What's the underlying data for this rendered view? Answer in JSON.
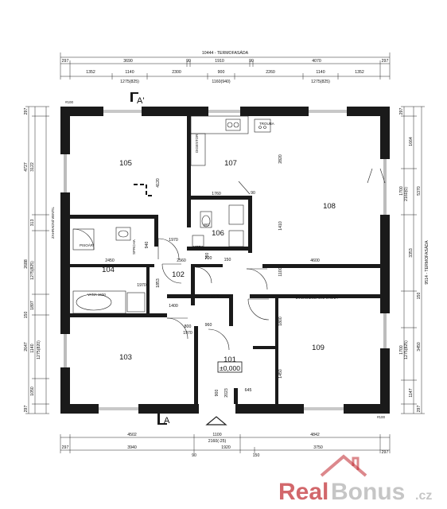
{
  "dimensions": {
    "top_total": "10444 - TERMOFASÁDA",
    "top_row1": [
      "297",
      "3690",
      "90",
      "1910",
      "90",
      "4070",
      "297"
    ],
    "top_row2": [
      "1352",
      "1140",
      "2300",
      "900",
      "2260",
      "1140",
      "1352"
    ],
    "top_row2_sub": [
      "1275(825)",
      "1160(940)",
      "1275(825)"
    ],
    "bottom_row1": [
      "4502",
      "1100",
      "4842"
    ],
    "bottom_row1_sub": "2160(-25)",
    "bottom_row2": [
      "297",
      "3940",
      "90",
      "1920",
      "150",
      "3750",
      "297"
    ],
    "left_col": [
      "297",
      "4727",
      "3122",
      "313",
      "2688",
      "1275(825)",
      "1897",
      "150",
      "2647",
      "1140",
      "1275(820)",
      "1050",
      "297"
    ],
    "right_col": [
      "297",
      "1664",
      "5370",
      "1700",
      "2160(0)",
      "3353",
      "9514 - TERMOFASÁDA",
      "150",
      "3450",
      "1700",
      "1275(825)",
      "1147",
      "297"
    ]
  },
  "interior_dims": [
    "1760",
    "2820",
    "4120",
    "1410",
    "2450",
    "2560",
    "700",
    "4600",
    "1970",
    "1400",
    "1853",
    "1070",
    "1800",
    "1450",
    "800",
    "960",
    "1970",
    "900",
    "645",
    "2023",
    "150",
    "90",
    "700",
    "1100",
    "940",
    "1970"
  ],
  "rooms": [
    {
      "id": "105"
    },
    {
      "id": "107"
    },
    {
      "id": "108"
    },
    {
      "id": "106"
    },
    {
      "id": "104"
    },
    {
      "id": "102"
    },
    {
      "id": "103"
    },
    {
      "id": "101"
    },
    {
      "id": "109"
    }
  ],
  "level_mark": "±0,000",
  "section_marks": [
    "A'",
    "A"
  ],
  "corner_marks": [
    "#100",
    "#100"
  ],
  "labels": {
    "trouba": "TROUBA",
    "digestor": "DIGESTOR",
    "zahradni": "ZAHRADNÍ VENTIL",
    "pisoar": "PISOÁR",
    "vana": "VANA 1600",
    "sprcha": "SPRCHA",
    "zvuk": "ZVUKOIZOLAČNÍ STĚNA",
    "voda": "VODA",
    "wc": "WC"
  },
  "watermark": {
    "brand_a": "Real",
    "brand_b": "Bonus",
    "tld": ".cz",
    "color_red": "#c0272d",
    "color_grey": "#bdbdbd"
  }
}
